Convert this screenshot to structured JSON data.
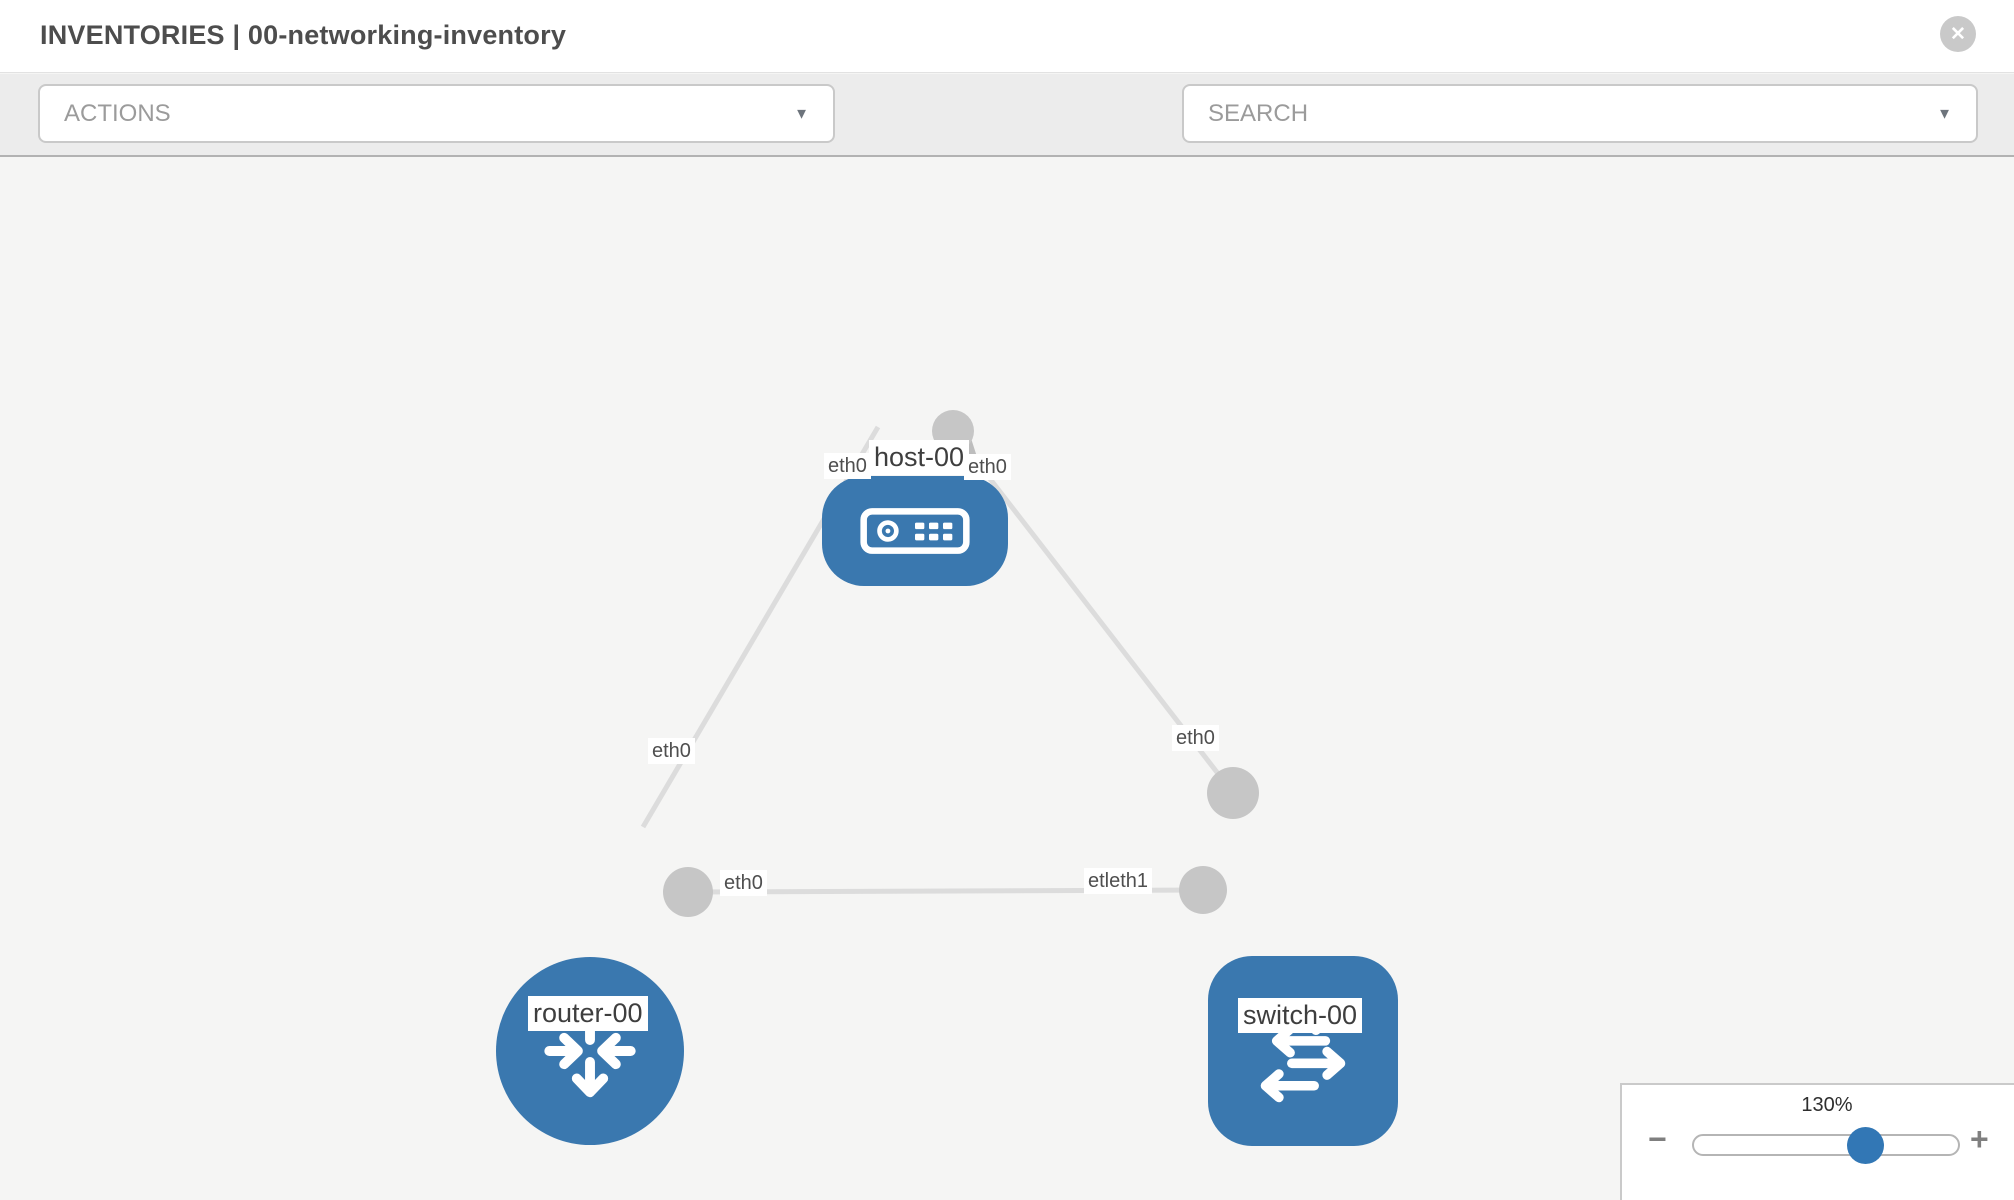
{
  "header": {
    "title": "INVENTORIES | 00-networking-inventory"
  },
  "toolbar": {
    "actions_label": "ACTIONS",
    "search_placeholder": "SEARCH"
  },
  "icons": {
    "close": "✕",
    "caret": "▼",
    "minus": "−",
    "plus": "+",
    "wrench": "wrench-icon",
    "key": "key-icon"
  },
  "diagram": {
    "nodes": [
      {
        "id": "host-00",
        "label": "host-00",
        "type": "host"
      },
      {
        "id": "router-00",
        "label": "router-00",
        "type": "router"
      },
      {
        "id": "switch-00",
        "label": "switch-00",
        "type": "switch"
      }
    ],
    "links": [
      {
        "from": "host-00",
        "to": "router-00",
        "from_label": "eth0",
        "to_label": "eth0"
      },
      {
        "from": "host-00",
        "to": "switch-00",
        "from_label": "eth0",
        "to_label": "eth0"
      },
      {
        "from": "router-00",
        "to": "switch-00",
        "from_label": "eth0",
        "to_label": "etleth1"
      }
    ]
  },
  "zoom_control": {
    "value": "130%",
    "percent": 65
  },
  "colors": {
    "node_blue": "#3a78af",
    "port_gray": "#c6c6c6",
    "link_gray": "#dcdcdc",
    "knob_blue": "#3277b5"
  }
}
